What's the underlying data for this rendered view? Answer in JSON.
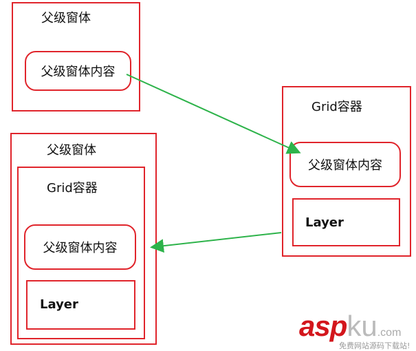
{
  "top_left": {
    "title": "父级窗体",
    "content": "父级窗体内容"
  },
  "right": {
    "title": "Grid容器",
    "content": "父级窗体内容",
    "layer": "Layer"
  },
  "bottom_left": {
    "title": "父级窗体",
    "grid_title": "Grid容器",
    "content": "父级窗体内容",
    "layer": "Layer"
  },
  "watermark": {
    "brand1": "asp",
    "brand2": "ku",
    ".com": ".com",
    "slogan": "免费网站源码下载站!"
  },
  "colors": {
    "border": "#e0242b",
    "arrow": "#2db34a"
  }
}
